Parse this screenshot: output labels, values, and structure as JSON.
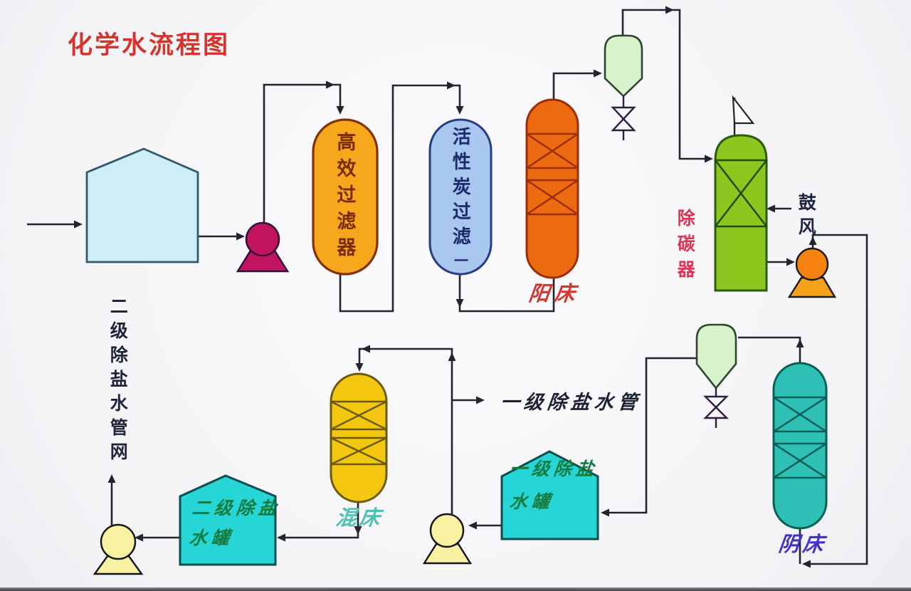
{
  "title": "化学水流程图",
  "equipment": {
    "raw_water_tank": {
      "name": "raw-water-tank"
    },
    "high_eff_filter": {
      "label": "高效过滤器"
    },
    "carbon_filter": {
      "label": "活性炭过滤",
      "suffix": "一"
    },
    "cation_bed": {
      "label": "阳床"
    },
    "resin_trap_top": {
      "name": "hopper-with-valve"
    },
    "decarbonizer": {
      "label": "除碳器"
    },
    "blower": {
      "label": "鼓风"
    },
    "anion_bed": {
      "label": "阴床"
    },
    "resin_trap_mid": {
      "name": "hopper-with-valve"
    },
    "mixed_bed": {
      "label": "混床"
    },
    "primary_tank": {
      "line1": "一级除盐",
      "line2": "水罐"
    },
    "secondary_tank": {
      "line1": "二级除盐",
      "line2": "水罐"
    }
  },
  "annotations": {
    "primary_pipe": "一级除盐水管",
    "secondary_network": "二级除盐水管网"
  },
  "colors": {
    "title_red": "#d4342c",
    "line": "#24242e",
    "raw_tank_fill": "#cdeef6",
    "feed_pump_fill": "#c2135f",
    "filter_fill": "#f6a71c",
    "carbon_fill": "#a8c7ef",
    "cation_fill": "#ec6a10",
    "hopper_fill": "#d8f2cc",
    "decarb_fill": "#8cc61e",
    "blower_fill": "#f5820e",
    "anion_fill": "#2fc0b5",
    "mixed_fill": "#f3c70f",
    "demin_tank_fill": "#26d6d6",
    "demin_pump_fill": "#f8f1a2",
    "cation_label": "#d8332e",
    "anion_label": "#4031c8",
    "mixed_label": "#4fbfae",
    "tank_label_green": "#157a3d",
    "decarb_label": "#e23355",
    "dark_text": "#23263e"
  }
}
